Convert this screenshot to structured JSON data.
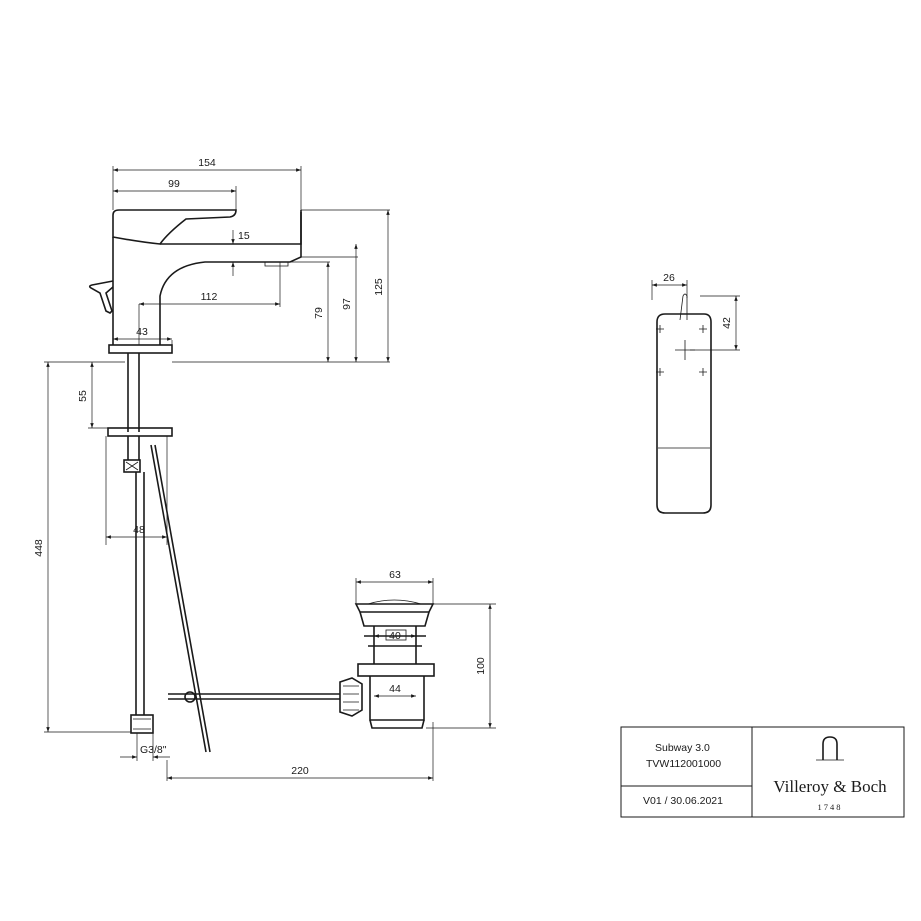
{
  "dimensions": {
    "width_154": "154",
    "width_99": "99",
    "spout_15": "15",
    "reach_112": "112",
    "base_43": "43",
    "height_79": "79",
    "height_97": "97",
    "height_125": "125",
    "deck_55": "55",
    "length_448": "448",
    "width_48": "48",
    "thread_g38": "G3/8\"",
    "length_220": "220",
    "waste_63": "63",
    "waste_40": "40",
    "waste_44": "44",
    "waste_100": "100",
    "top_26": "26",
    "top_42": "42"
  },
  "title_block": {
    "product": "Subway 3.0",
    "code": "TVW112001000",
    "version": "V01 / 30.06.2021",
    "brand": "Villeroy & Boch",
    "year": "1748"
  }
}
